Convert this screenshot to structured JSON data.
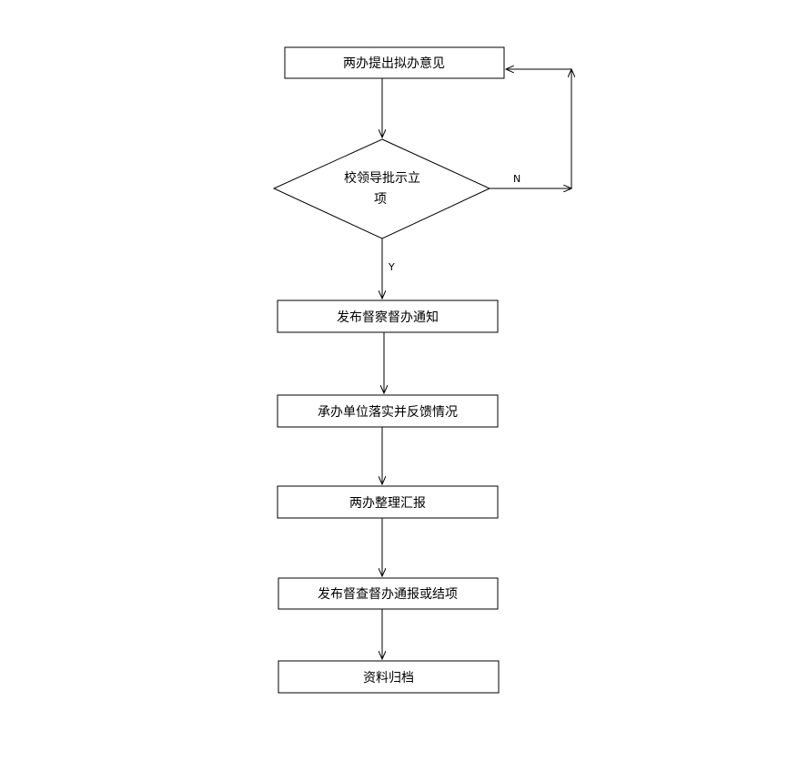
{
  "nodes": {
    "propose": "两办提出拟办意见",
    "approve_line1": "校领导批示立",
    "approve_line2": "项",
    "notice": "发布督察督办通知",
    "implement": "承办单位落实并反馈情况",
    "report": "两办整理汇报",
    "bulletin": "发布督查督办通报或结项",
    "archive": "资料归档"
  },
  "edges": {
    "yes_label": "Y",
    "no_label": "N"
  },
  "colors": {
    "stroke": "#000000",
    "fill": "#ffffff"
  }
}
